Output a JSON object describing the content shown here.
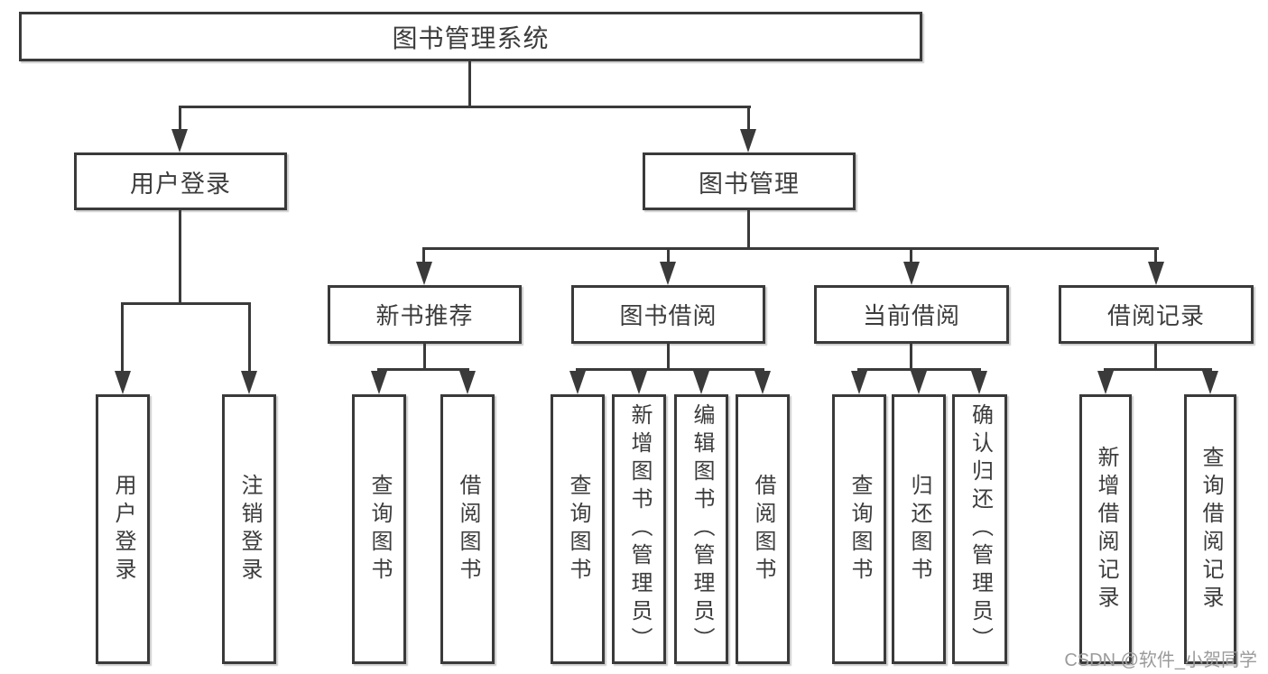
{
  "diagram": {
    "root": {
      "label": "图书管理系统",
      "children": [
        {
          "label": "用户登录",
          "children": [
            {
              "label": "用户登录"
            },
            {
              "label": "注销登录"
            }
          ]
        },
        {
          "label": "图书管理",
          "children": [
            {
              "label": "新书推荐",
              "children": [
                {
                  "label": "查询图书"
                },
                {
                  "label": "借阅图书"
                }
              ]
            },
            {
              "label": "图书借阅",
              "children": [
                {
                  "label": "查询图书"
                },
                {
                  "label": "新增图书（管理员）"
                },
                {
                  "label": "编辑图书（管理员）"
                },
                {
                  "label": "借阅图书"
                }
              ]
            },
            {
              "label": "当前借阅",
              "children": [
                {
                  "label": "查询图书"
                },
                {
                  "label": "归还图书"
                },
                {
                  "label": "确认归还（管理员）"
                }
              ]
            },
            {
              "label": "借阅记录",
              "children": [
                {
                  "label": "新增借阅记录"
                },
                {
                  "label": "查询借阅记录"
                }
              ]
            }
          ]
        }
      ]
    }
  },
  "watermark": {
    "text": "CSDN @软件_小贺同学"
  },
  "colors": {
    "line": "#3a3a3a",
    "text": "#3c3c3c",
    "watermark": "#9b9b9b",
    "background": "#ffffff"
  }
}
